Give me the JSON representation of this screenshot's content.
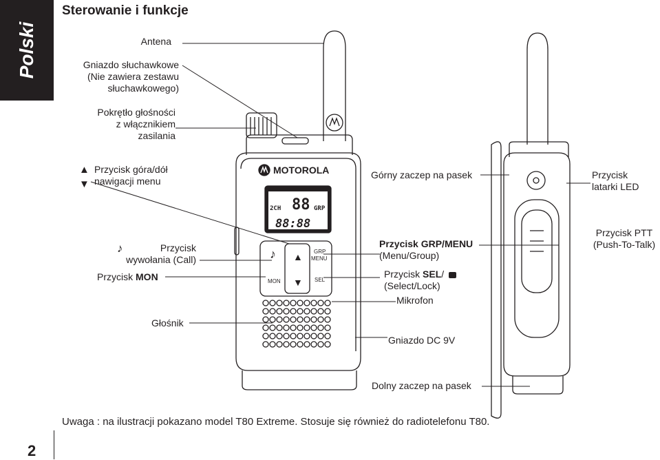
{
  "side_tab": {
    "label": "Polski"
  },
  "section_title": "Sterowanie i funkcje",
  "labels": {
    "antenna": "Antena",
    "headset_jack_1": "Gniazdo słuchawkowe",
    "headset_jack_2": "(Nie zawiera zestawu",
    "headset_jack_3": "słuchawkowego)",
    "volume_1": "Pokrętło głośności",
    "volume_2": "z włącznikiem",
    "volume_3": "zasilania",
    "nav_1": "Przycisk góra/dół",
    "nav_2": "nawigacji menu",
    "call_1": "Przycisk",
    "call_2": "wywołania (Call)",
    "mon_prefix": "Przycisk",
    "mon_bold": "MON",
    "speaker": "Głośnik",
    "top_clip": "Górny zaczep na pasek",
    "led_1": "Przycisk",
    "led_2": "latarki LED",
    "grp_bold": "Przycisk GRP/MENU",
    "grp_sub": "(Menu/Group)",
    "sel_prefix": "Przycisk",
    "sel_bold": "SEL",
    "sel_slash": "/",
    "sel_sub": "(Select/Lock)",
    "mic": "Mikrofon",
    "ptt_1": "Przycisk PTT",
    "ptt_2": "(Push-To-Talk)",
    "dc": "Gniazdo DC 9V",
    "bottom_clip": "Dolny zaczep na pasek"
  },
  "device": {
    "brand": "MOTOROLA",
    "lcd_channel": "88",
    "lcd_2ch": "2CH",
    "lcd_grp": "GRP",
    "lcd_segments": "88:88",
    "key_grp_1": "GRP",
    "key_grp_2": "MENU",
    "key_mon": "MON",
    "key_sel": "SEL"
  },
  "note": "Uwaga : na ilustracji pokazano model T80 Extreme. Stosuje się również do radiotelefonu T80.",
  "page_number": "2"
}
